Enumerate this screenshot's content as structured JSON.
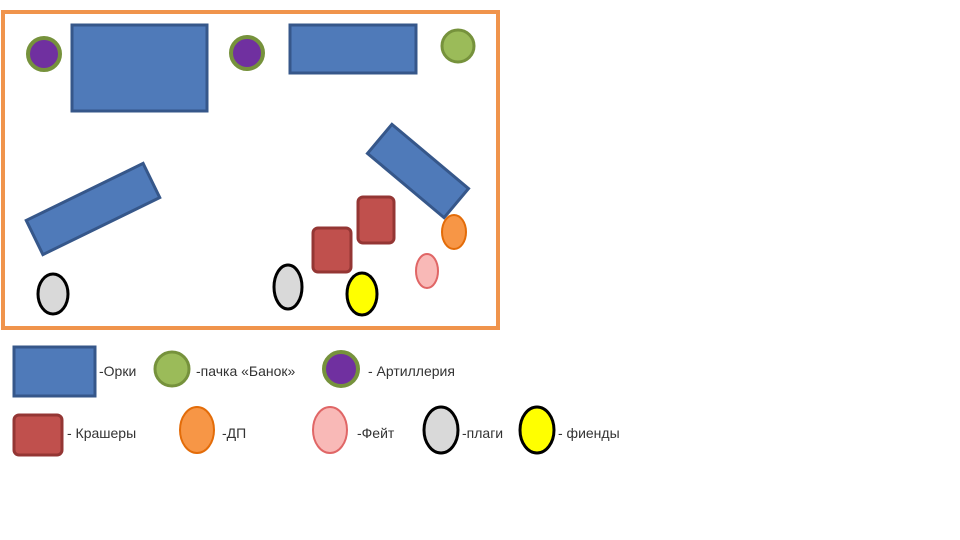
{
  "colors": {
    "frame": "#f0944c",
    "orc_fill": "#4f7ab9",
    "orc_stroke": "#36578a",
    "green": "#9bbb59",
    "green_stroke": "#76923c",
    "purple": "#7030a0",
    "crusher_fill": "#c0504d",
    "crusher_stroke": "#943634",
    "orange": "#f79646",
    "orange_stroke": "#e36c09",
    "pink": "#f9b9b7",
    "pink_stroke": "#e06666",
    "grey": "#d9d9d9",
    "yellow": "#ffff00",
    "outline": "#000000"
  },
  "legend": {
    "orcs": "-Орки",
    "lootas": "-пачка «Банок»",
    "artillery": "- Артиллерия",
    "crushers": "- Крашеры",
    "dp": "-ДП",
    "fate": "-Фейт",
    "plagues": "-плаги",
    "fiends": "- фиенды"
  }
}
